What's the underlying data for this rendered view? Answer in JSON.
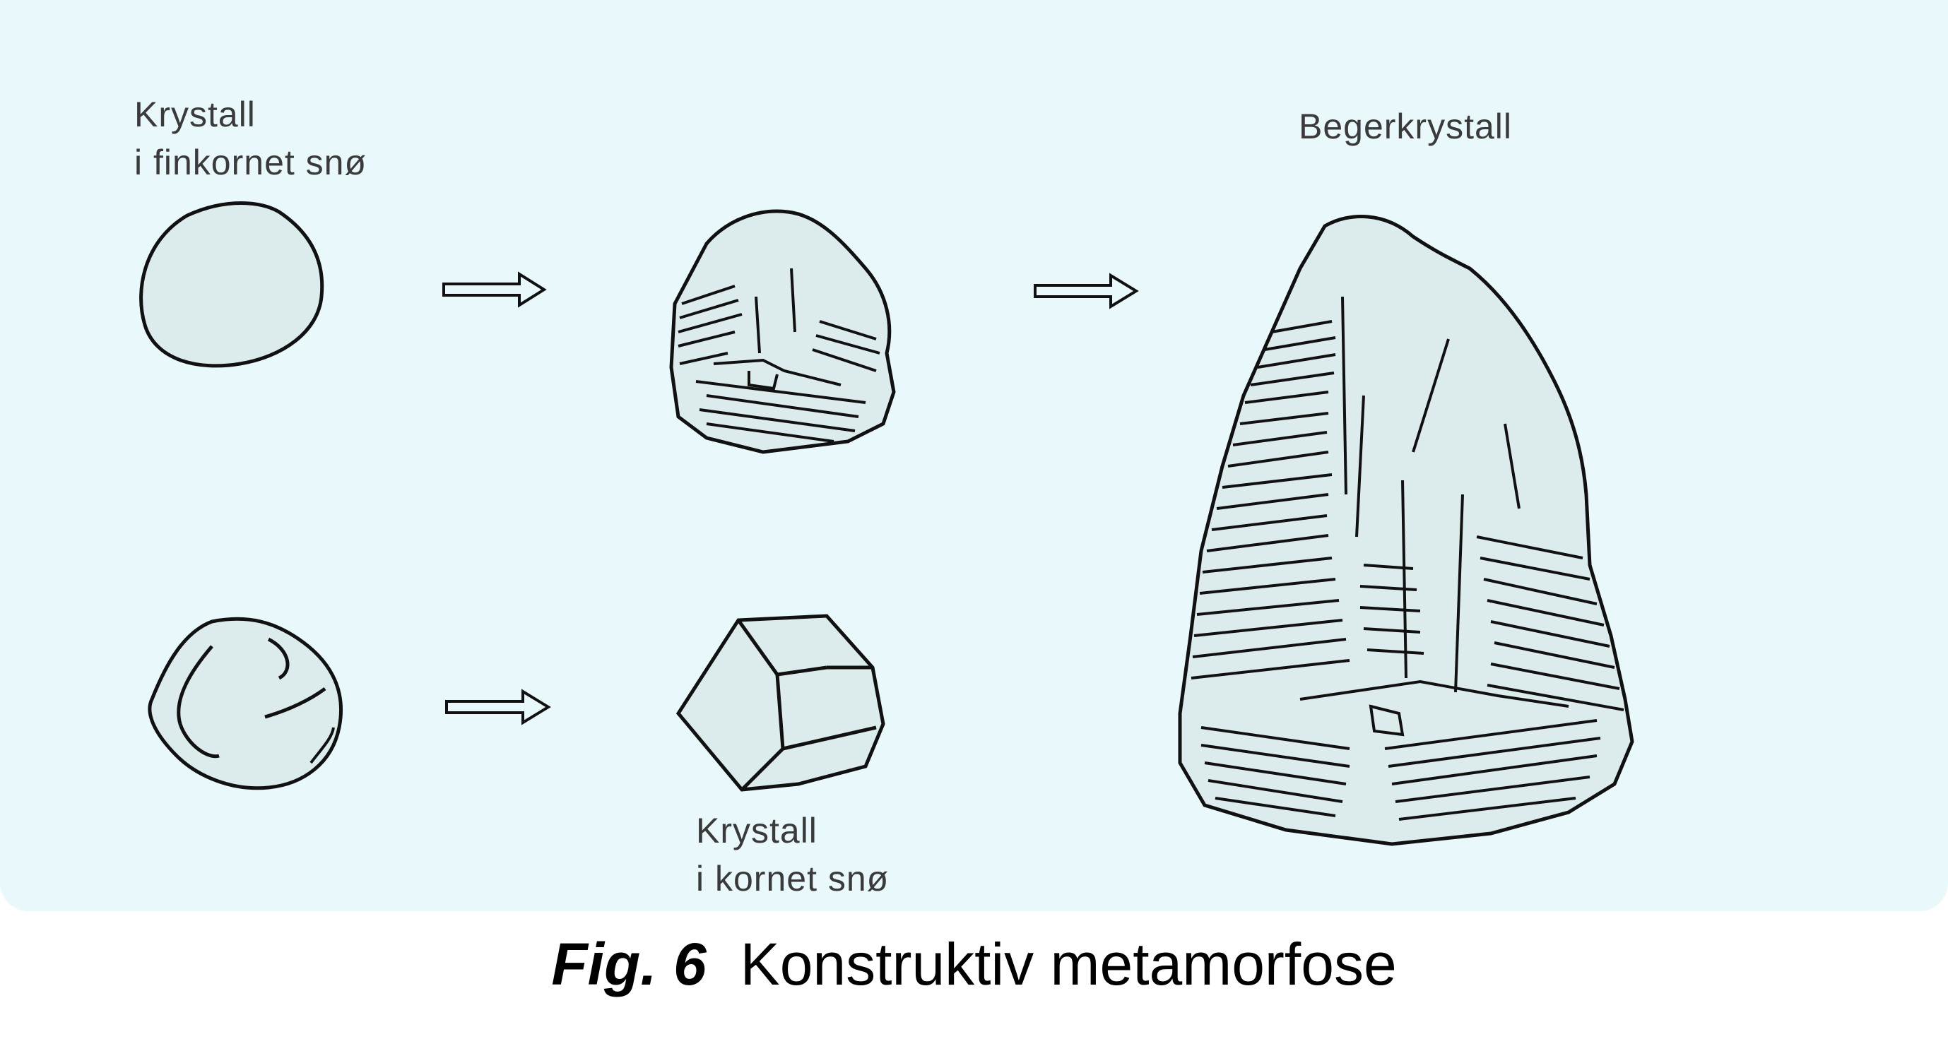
{
  "labels": {
    "fine_crystal_line1": "Krystall",
    "fine_crystal_line2": "i finkornet snø",
    "grain_crystal_line1": "Krystall",
    "grain_crystal_line2": "i kornet snø",
    "cup_crystal": "Begerkrystall"
  },
  "caption": {
    "fig": "Fig. 6",
    "title": "Konstruktiv metamorfose"
  },
  "colors": {
    "panel_background": "#e9f9fb",
    "crystal_fill": "#dcebec",
    "outline": "#111111"
  }
}
